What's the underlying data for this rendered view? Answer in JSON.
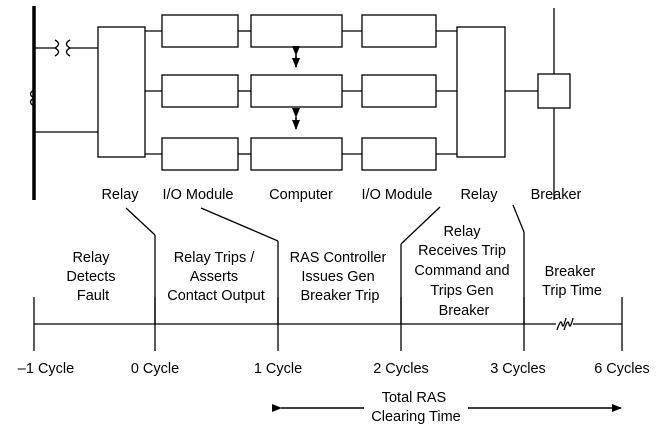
{
  "components": {
    "relay_left": "Relay",
    "io_module_left": "I/O Module",
    "computer": "Computer",
    "io_module_right": "I/O Module",
    "relay_right": "Relay",
    "breaker": "Breaker"
  },
  "stages": {
    "relay_detects": [
      "Relay",
      "Detects",
      "Fault"
    ],
    "relay_trips": [
      "Relay Trips /",
      "Asserts",
      "Contact Output"
    ],
    "ras_controller": [
      "RAS Controller",
      "Issues Gen",
      "Breaker Trip"
    ],
    "relay_receives": [
      "Relay",
      "Receives Trip",
      "Command and",
      "Trips Gen",
      "Breaker"
    ],
    "breaker_trip": [
      "Breaker",
      "Trip Time"
    ]
  },
  "timeline": {
    "ticks": [
      "–1 Cycle",
      "0 Cycle",
      "1 Cycle",
      "2 Cycles",
      "3 Cycles",
      "6 Cycles"
    ]
  },
  "total": {
    "line1": "Total RAS",
    "line2": "Clearing Time"
  }
}
